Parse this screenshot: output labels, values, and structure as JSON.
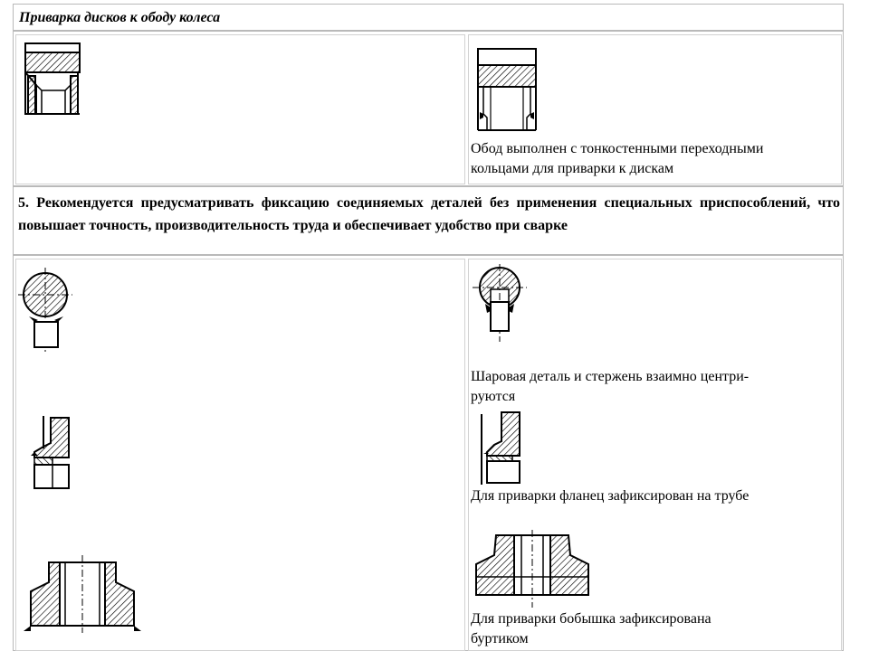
{
  "section_title": "Приварка дисков к ободу колеса",
  "rim_caption": {
    "line1": "Обод выполнен с тонкостенными переходными",
    "line2": "кольцами для приварки  к дискам"
  },
  "rule5": {
    "number": "5.",
    "text": "Рекомендуется предусматривать фиксацию соединяемых деталей без применения специальных приспособлений, что повышает точность, производительность труда и обеспечивает удобство при сварке"
  },
  "ball_caption": {
    "line1": "Шаровая деталь и стержень взаимно центри-",
    "line2": "руются"
  },
  "flange_caption": "Для приварки фланец зафиксирован на трубе",
  "boss_caption": {
    "line1": "Для приварки бобышка зафиксирована",
    "line2": "буртиком"
  },
  "colors": {
    "border": "#b9b9b9",
    "ink": "#000000"
  }
}
